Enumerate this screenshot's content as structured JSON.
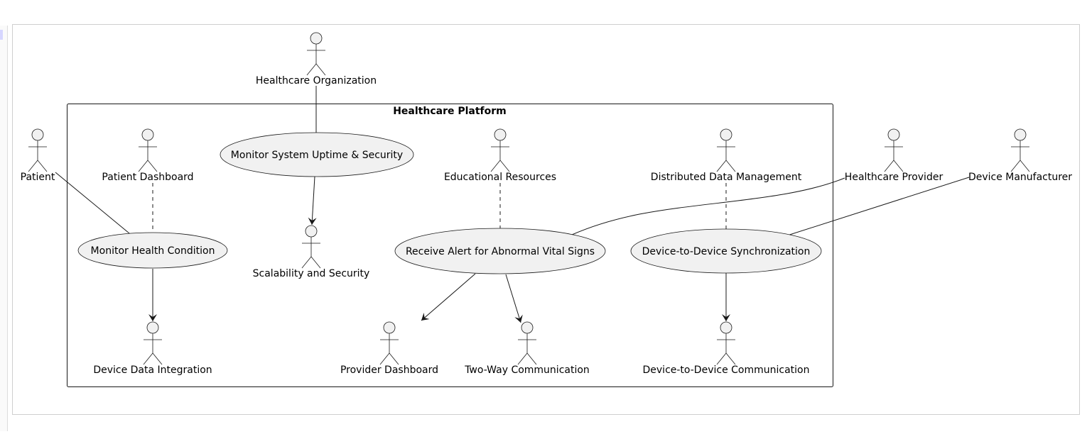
{
  "system": {
    "title": "Healthcare Platform"
  },
  "actors": {
    "healthcare_organization": "Healthcare Organization",
    "patient": "Patient",
    "patient_dashboard": "Patient Dashboard",
    "educational_resources": "Educational Resources",
    "distributed_data_management": "Distributed Data Management",
    "healthcare_provider": "Healthcare Provider",
    "device_manufacturer": "Device Manufacturer",
    "scalability_and_security": "Scalability and Security",
    "device_data_integration": "Device Data Integration",
    "provider_dashboard": "Provider Dashboard",
    "two_way_communication": "Two-Way Communication",
    "device_to_device_communication": "Device-to-Device Communication"
  },
  "use_cases": {
    "monitor_system_uptime": "Monitor System Uptime & Security",
    "monitor_health_condition": "Monitor Health Condition",
    "receive_alert": "Receive Alert for Abnormal Vital Signs",
    "device_sync": "Device-to-Device Synchronization"
  },
  "colors": {
    "usecase_fill": "#f1f1f1",
    "line": "#181818",
    "frame": "#cfcfcf"
  }
}
